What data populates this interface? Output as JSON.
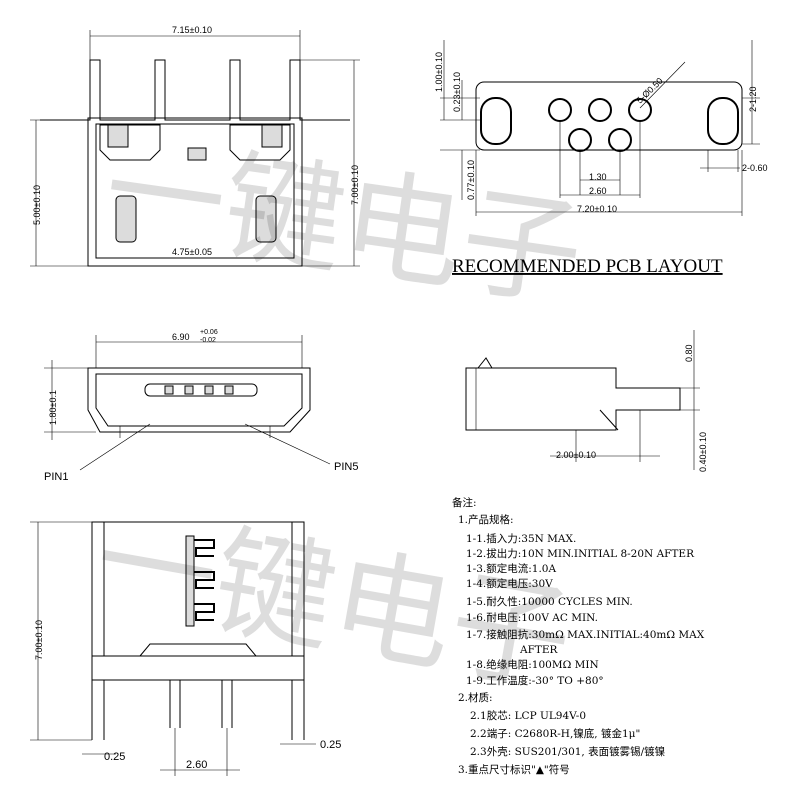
{
  "watermark": "一键电子",
  "top_view": {
    "width": "7.15±0.10",
    "height_left": "5.00±0.10",
    "height_right": "7.00±0.10",
    "pin_span": "4.75±0.05"
  },
  "pcb_layout": {
    "title": "RECOMMENDED PCB LAYOUT",
    "dims": {
      "d1": "1.00±0.10",
      "d2": "0.23±0.10",
      "d3": "0.77±0.10",
      "pad_dia": "5-Ø0.50",
      "slot_w": "2-1.20",
      "slot_h": "2-0.60",
      "pitch": "1.30",
      "pitch2": "2.60",
      "overall": "7.20±0.10"
    }
  },
  "front_view": {
    "width": "6.90",
    "tol_plus": "+0.06",
    "tol_minus": "-0.02",
    "height": "1.80±0.1",
    "pin1": "PIN1",
    "pin5": "PIN5"
  },
  "side_view": {
    "d1": "0.80",
    "d2": "2.00±0.10",
    "d3": "0.40±0.10"
  },
  "bottom_view": {
    "height": "7.00±0.10",
    "d_left": "0.25",
    "d_right": "0.25",
    "d_mid": "2.60"
  },
  "notes": {
    "header": "备注:",
    "spec_title": "1.产品规格:",
    "specs": [
      "1-1.插入力:35N MAX.",
      "1-2.拔出力:10N MIN.INITIAL 8-20N AFTER",
      "1-3.额定电流:1.0A",
      "1-4.额定电压:30V",
      "1-5.耐久性:10000 CYCLES MIN.",
      "1-6.耐电压:100V AC MIN.",
      "1-7.接触阻抗:30mΩ MAX.INITIAL:40mΩ MAX",
      "AFTER",
      "1-8.绝缘电阻:100MΩ MIN",
      "1-9.工作温度:-30° TO +80°"
    ],
    "material_title": "2.材质:",
    "materials": [
      "2.1胶芯: LCP UL94V-0",
      "2.2端子: C2680R-H,镍底, 镀金1μ\"",
      "2.3外壳: SUS201/301, 表面镀雾锡/镀镍"
    ],
    "mark_note": "3.重点尺寸标识\"▲\"符号"
  },
  "colors": {
    "line": "#000000",
    "fill": "#dcdcdc",
    "background": "#ffffff"
  }
}
